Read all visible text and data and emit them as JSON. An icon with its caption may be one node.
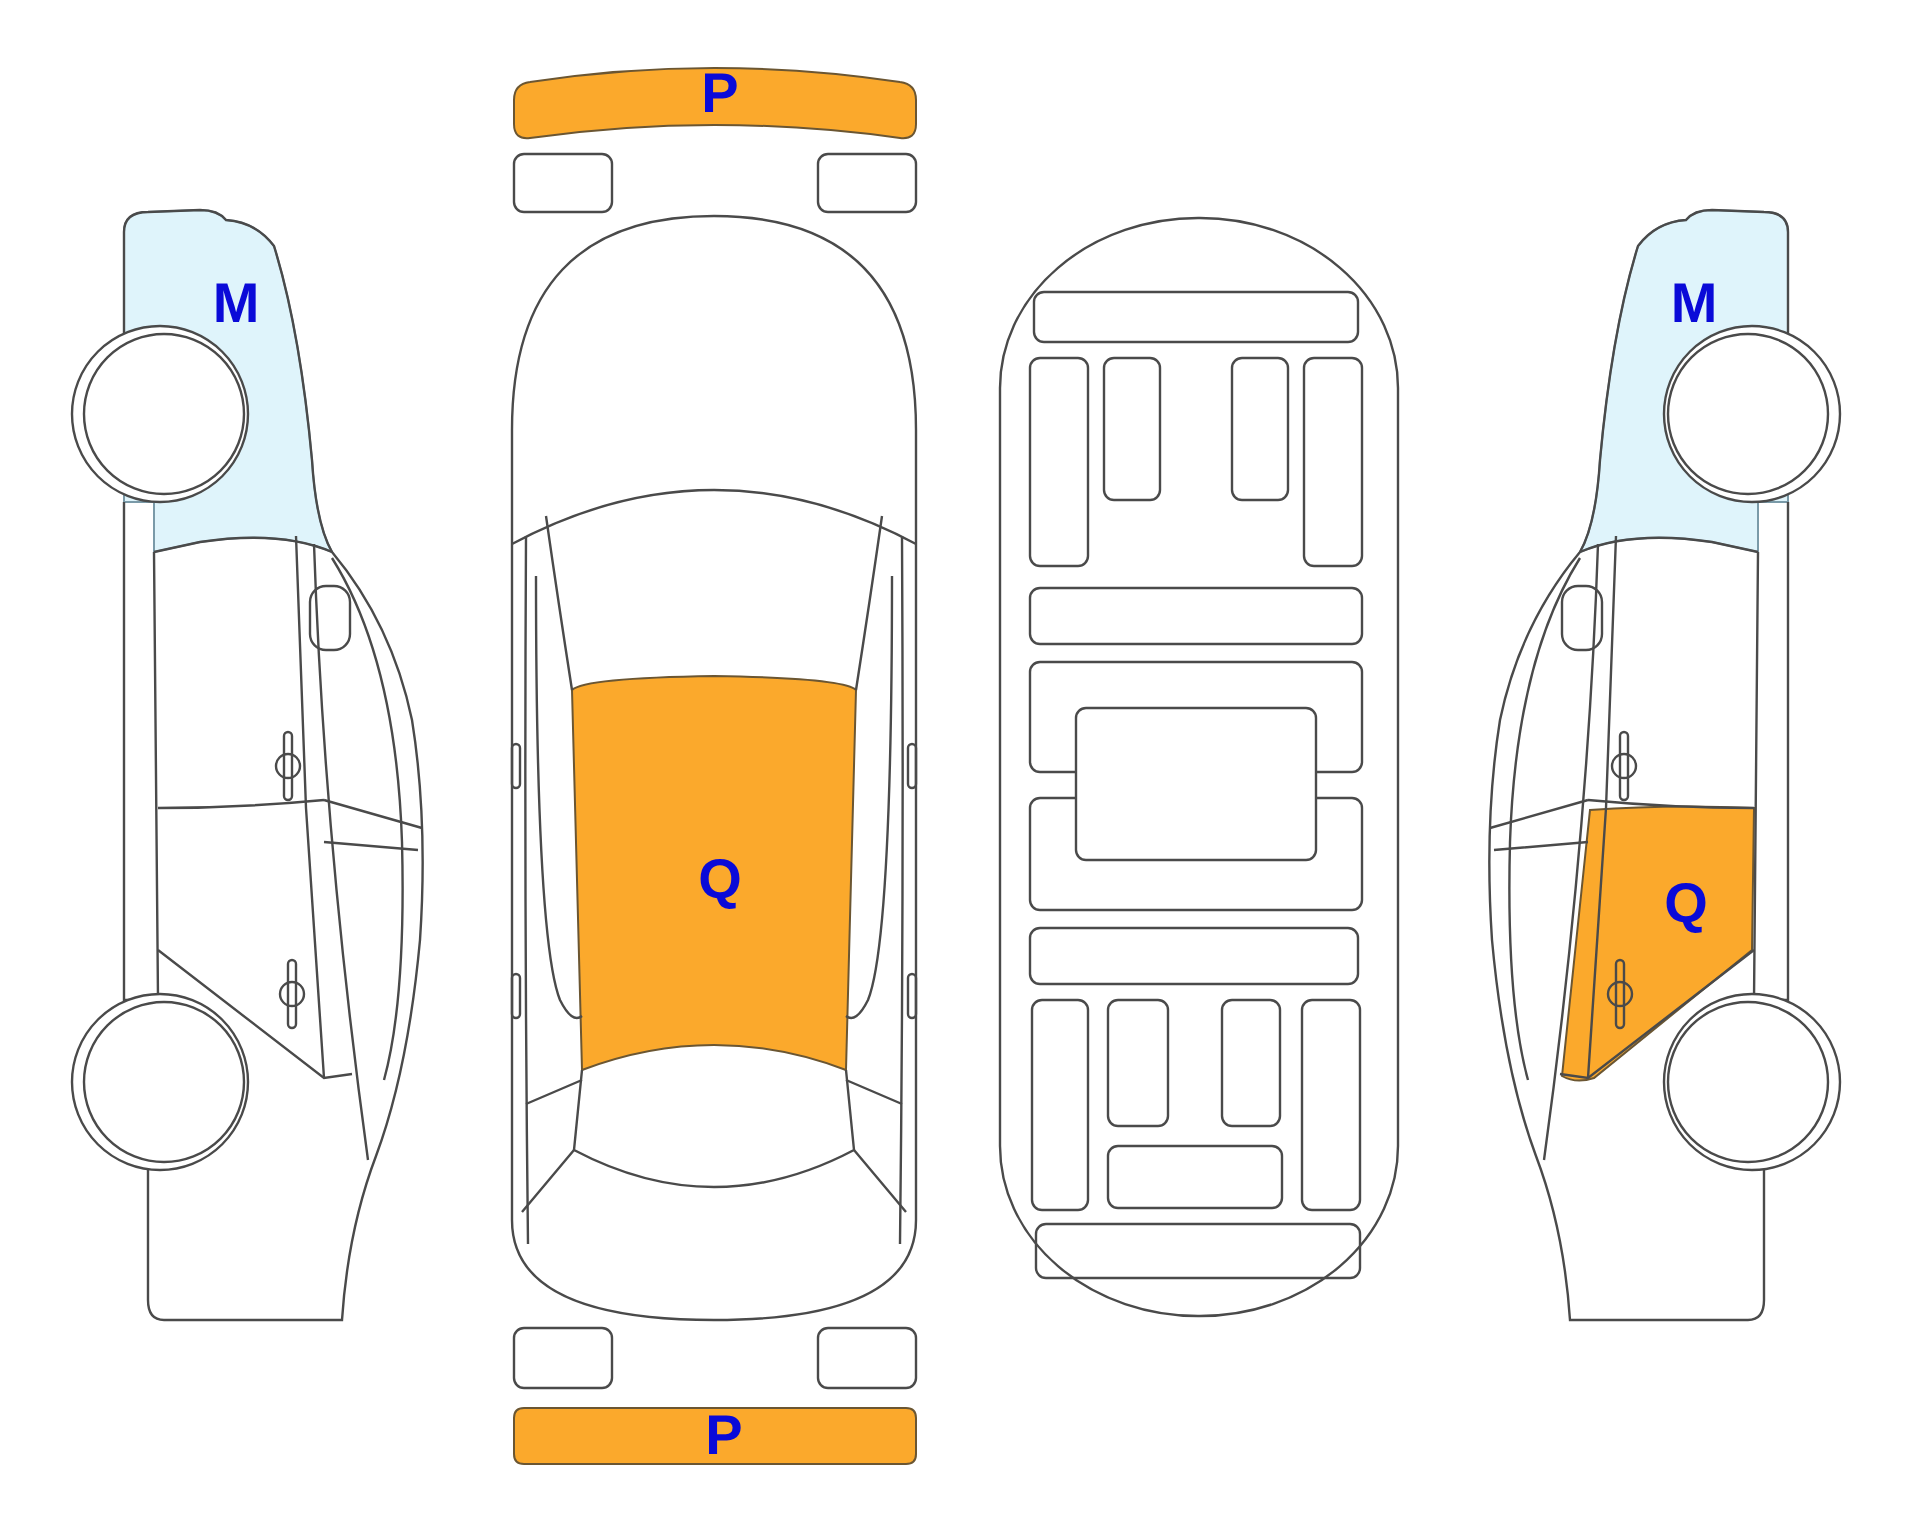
{
  "diagram": {
    "nodes": [
      {
        "text": [
          "P"
        ]
      },
      {
        "text": [
          "M"
        ]
      },
      {
        "text": [
          "M"
        ]
      },
      {
        "text": [
          "Q"
        ]
      },
      {
        "text": [
          "Q"
        ]
      },
      {
        "text": [
          "P"
        ]
      }
    ]
  }
}
